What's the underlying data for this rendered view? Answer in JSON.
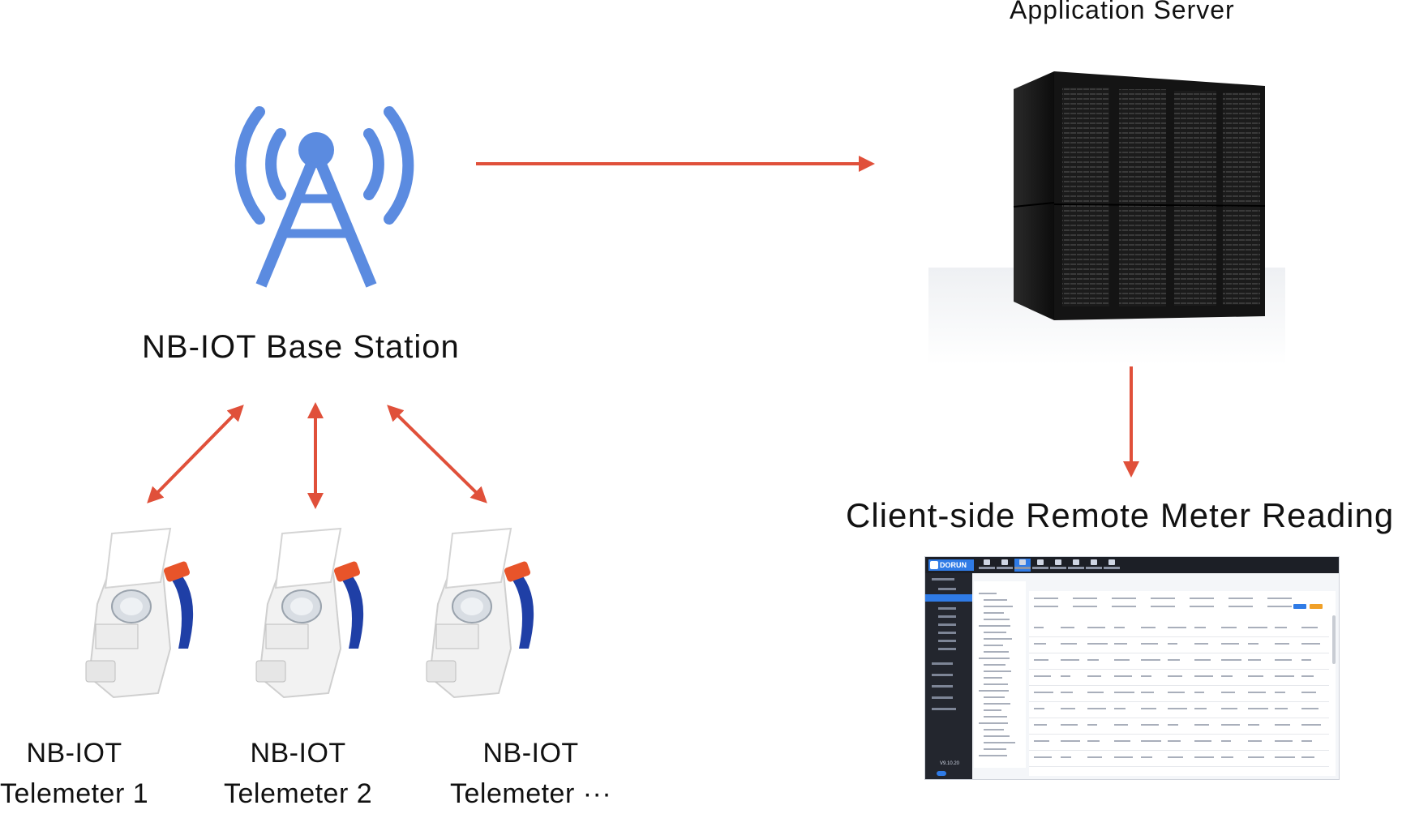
{
  "labels": {
    "server": "Application Server",
    "station": "NB-IOT Base Station",
    "client": "Client-side Remote Meter Reading"
  },
  "meters": [
    {
      "line1": "NB-IOT",
      "line2": "Telemeter 1"
    },
    {
      "line1": "NB-IOT",
      "line2": "Telemeter 2"
    },
    {
      "line1": "NB-IOT",
      "line2": "Telemeter ···"
    }
  ],
  "client_screen": {
    "logo": "DORUN",
    "version": "V9.10.20"
  },
  "colors": {
    "arrow": "#e0503a",
    "tower": "#5b8be0",
    "server": "#1a1a1a",
    "meter_body": "#f2f2f2",
    "meter_cap": "#e8542a",
    "meter_pipe": "#1f3fa6"
  },
  "icons": {
    "station": "antenna-tower-icon",
    "server": "server-rack-icon",
    "meter": "water-meter-icon"
  }
}
